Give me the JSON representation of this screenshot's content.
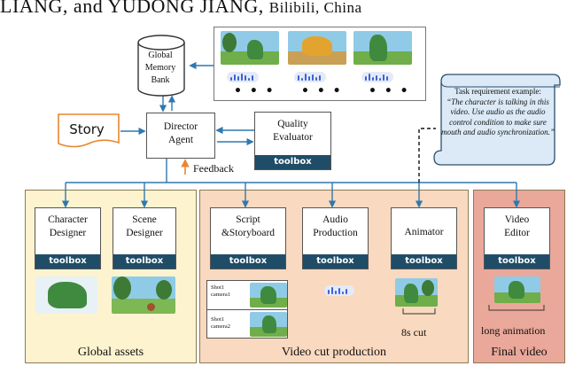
{
  "header": {
    "text_main": "LIANG, and YUDONG JIANG,",
    "text_affil": "Bilibili, China"
  },
  "memory": {
    "label": "Global\nMemory\nBank",
    "dots": "• • •"
  },
  "story": {
    "label": "Story"
  },
  "director": {
    "label": "Director\nAgent"
  },
  "quality": {
    "label": "Quality\nEvaluator",
    "toolbox": "toolbox"
  },
  "feedback": {
    "label": "Feedback"
  },
  "task": {
    "title": "Task requirement example:",
    "text": "“The character is talking in this video. Use audio as the audio control condition to make sure mouth and audio synchronization.”"
  },
  "groups": {
    "global": {
      "title": "Global assets"
    },
    "video": {
      "title": "Video cut production"
    },
    "final": {
      "title": "Final video"
    }
  },
  "agents": [
    {
      "label": "Character\nDesigner",
      "toolbox": "toolbox"
    },
    {
      "label": "Scene\nDesigner",
      "toolbox": "toolbox"
    },
    {
      "label": "Script\n&Storyboard",
      "toolbox": "toolbox"
    },
    {
      "label": "Audio\nProduction",
      "toolbox": "toolbox"
    },
    {
      "label": "Animator",
      "toolbox": "toolbox"
    },
    {
      "label": "Video\nEditor",
      "toolbox": "toolbox"
    }
  ],
  "shots": [
    {
      "label": "Shot1\ncamera1"
    },
    {
      "label": "Shot1\ncamera2"
    }
  ],
  "cut": {
    "label": "8s cut"
  },
  "final_output": {
    "label": "long animation"
  },
  "colors": {
    "toolbox": "#1f4d68",
    "global_bg": "#fdf3cf",
    "video_bg": "#f9d9bf",
    "final_bg": "#eaa89a",
    "arrow_blue": "#2f78b0",
    "feedback_arrow": "#e8872e",
    "story_border": "#e8872e"
  },
  "icons": [
    "database-icon",
    "document-icon",
    "scroll-icon",
    "audio-wave-icon"
  ]
}
